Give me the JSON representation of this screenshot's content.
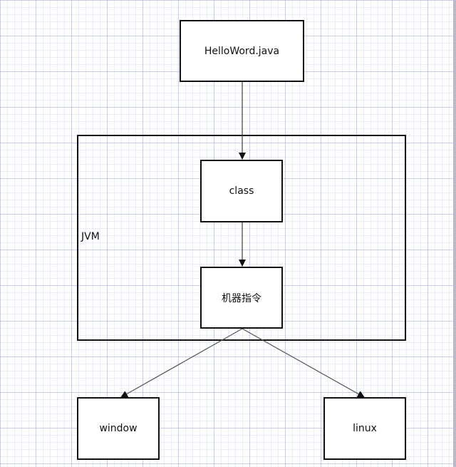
{
  "diagram": {
    "nodes": {
      "source": "HelloWord.java",
      "class": "class",
      "machine": "机器指令",
      "window": "window",
      "linux": "linux"
    },
    "container": {
      "label": "JVM"
    },
    "colors": {
      "stroke": "#111111",
      "edge": "#555555",
      "grid": "#a0aad2",
      "background": "#ffffff"
    }
  }
}
